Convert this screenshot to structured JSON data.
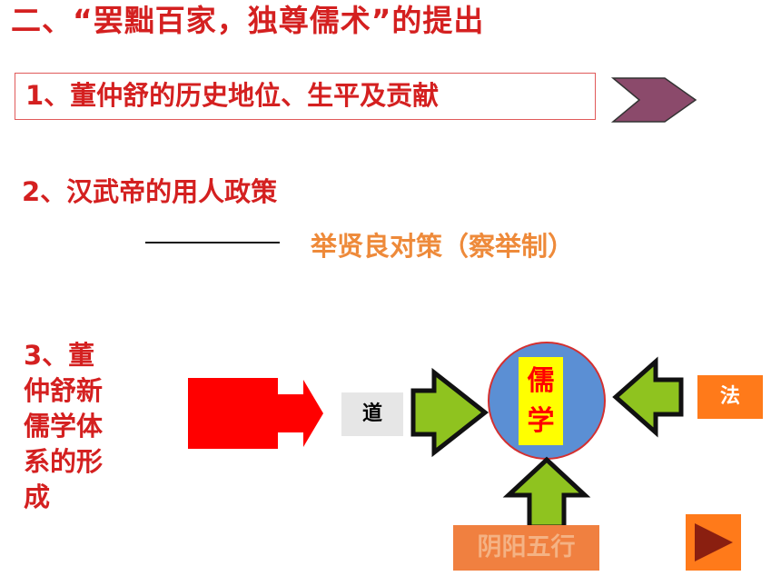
{
  "slide": {
    "title": "二、“罢黜百家，独尊儒术”的提出",
    "item1": "1、董仲舒的历史地位、生平及贡献",
    "item2": "2、汉武帝的用人政策",
    "item2_sub": "举贤良对策（察举制）",
    "item3": "3、董\n仲舒新\n儒学体\n系的形\n成"
  },
  "diagram": {
    "center_chars": [
      "儒",
      "学"
    ],
    "left_label": "道",
    "right_label": "法",
    "bottom_label": "阴阳五行"
  },
  "colors": {
    "red_text": "#d42020",
    "orange_text": "#ee8a3a",
    "circle_fill": "#5b8fd4",
    "arrow_fill": "#8fc31f",
    "nav_arrow": "#8b4a6b",
    "label_orange": "#ff7a1a"
  },
  "icons": {
    "nav_arrow": "chevron-right-icon",
    "play_button": "play-icon"
  }
}
